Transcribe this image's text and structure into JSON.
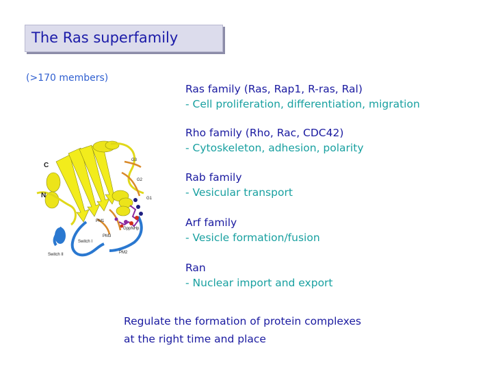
{
  "slide": {
    "title": "The Ras superfamily",
    "members_note": "(>170 members)",
    "families": [
      {
        "name": "Ras family (Ras, Rap1, R-ras, Ral)",
        "function": "- Cell proliferation, differentiation, migration"
      },
      {
        "name": "Rho family (Rho, Rac, CDC42)",
        "function": "- Cytoskeleton, adhesion, polarity"
      },
      {
        "name": "Rab family",
        "function": "- Vesicular transport"
      },
      {
        "name": "Arf family",
        "function": "- Vesicle formation/fusion"
      },
      {
        "name": "Ran",
        "function": "- Nuclear import and export"
      }
    ],
    "summary_lines": [
      "Regulate the formation of protein complexes",
      "at the right time and place"
    ]
  },
  "figure": {
    "labels": {
      "c_terminus": "C",
      "n_terminus": "N",
      "g1": "G1",
      "g2": "G2",
      "g3": "G3",
      "pm1": "PM1",
      "pm2": "PM2",
      "pm3": "PM3",
      "switch1": "Switch I",
      "switch2": "Switch II",
      "ligand": "GppNHp"
    },
    "colors": {
      "sheet": "#f2ec1c",
      "helix_yellow": "#ece41a",
      "switch": "#2a78d0",
      "loop_orange": "#d98a2a",
      "ligand": "#8a2aa0"
    }
  }
}
